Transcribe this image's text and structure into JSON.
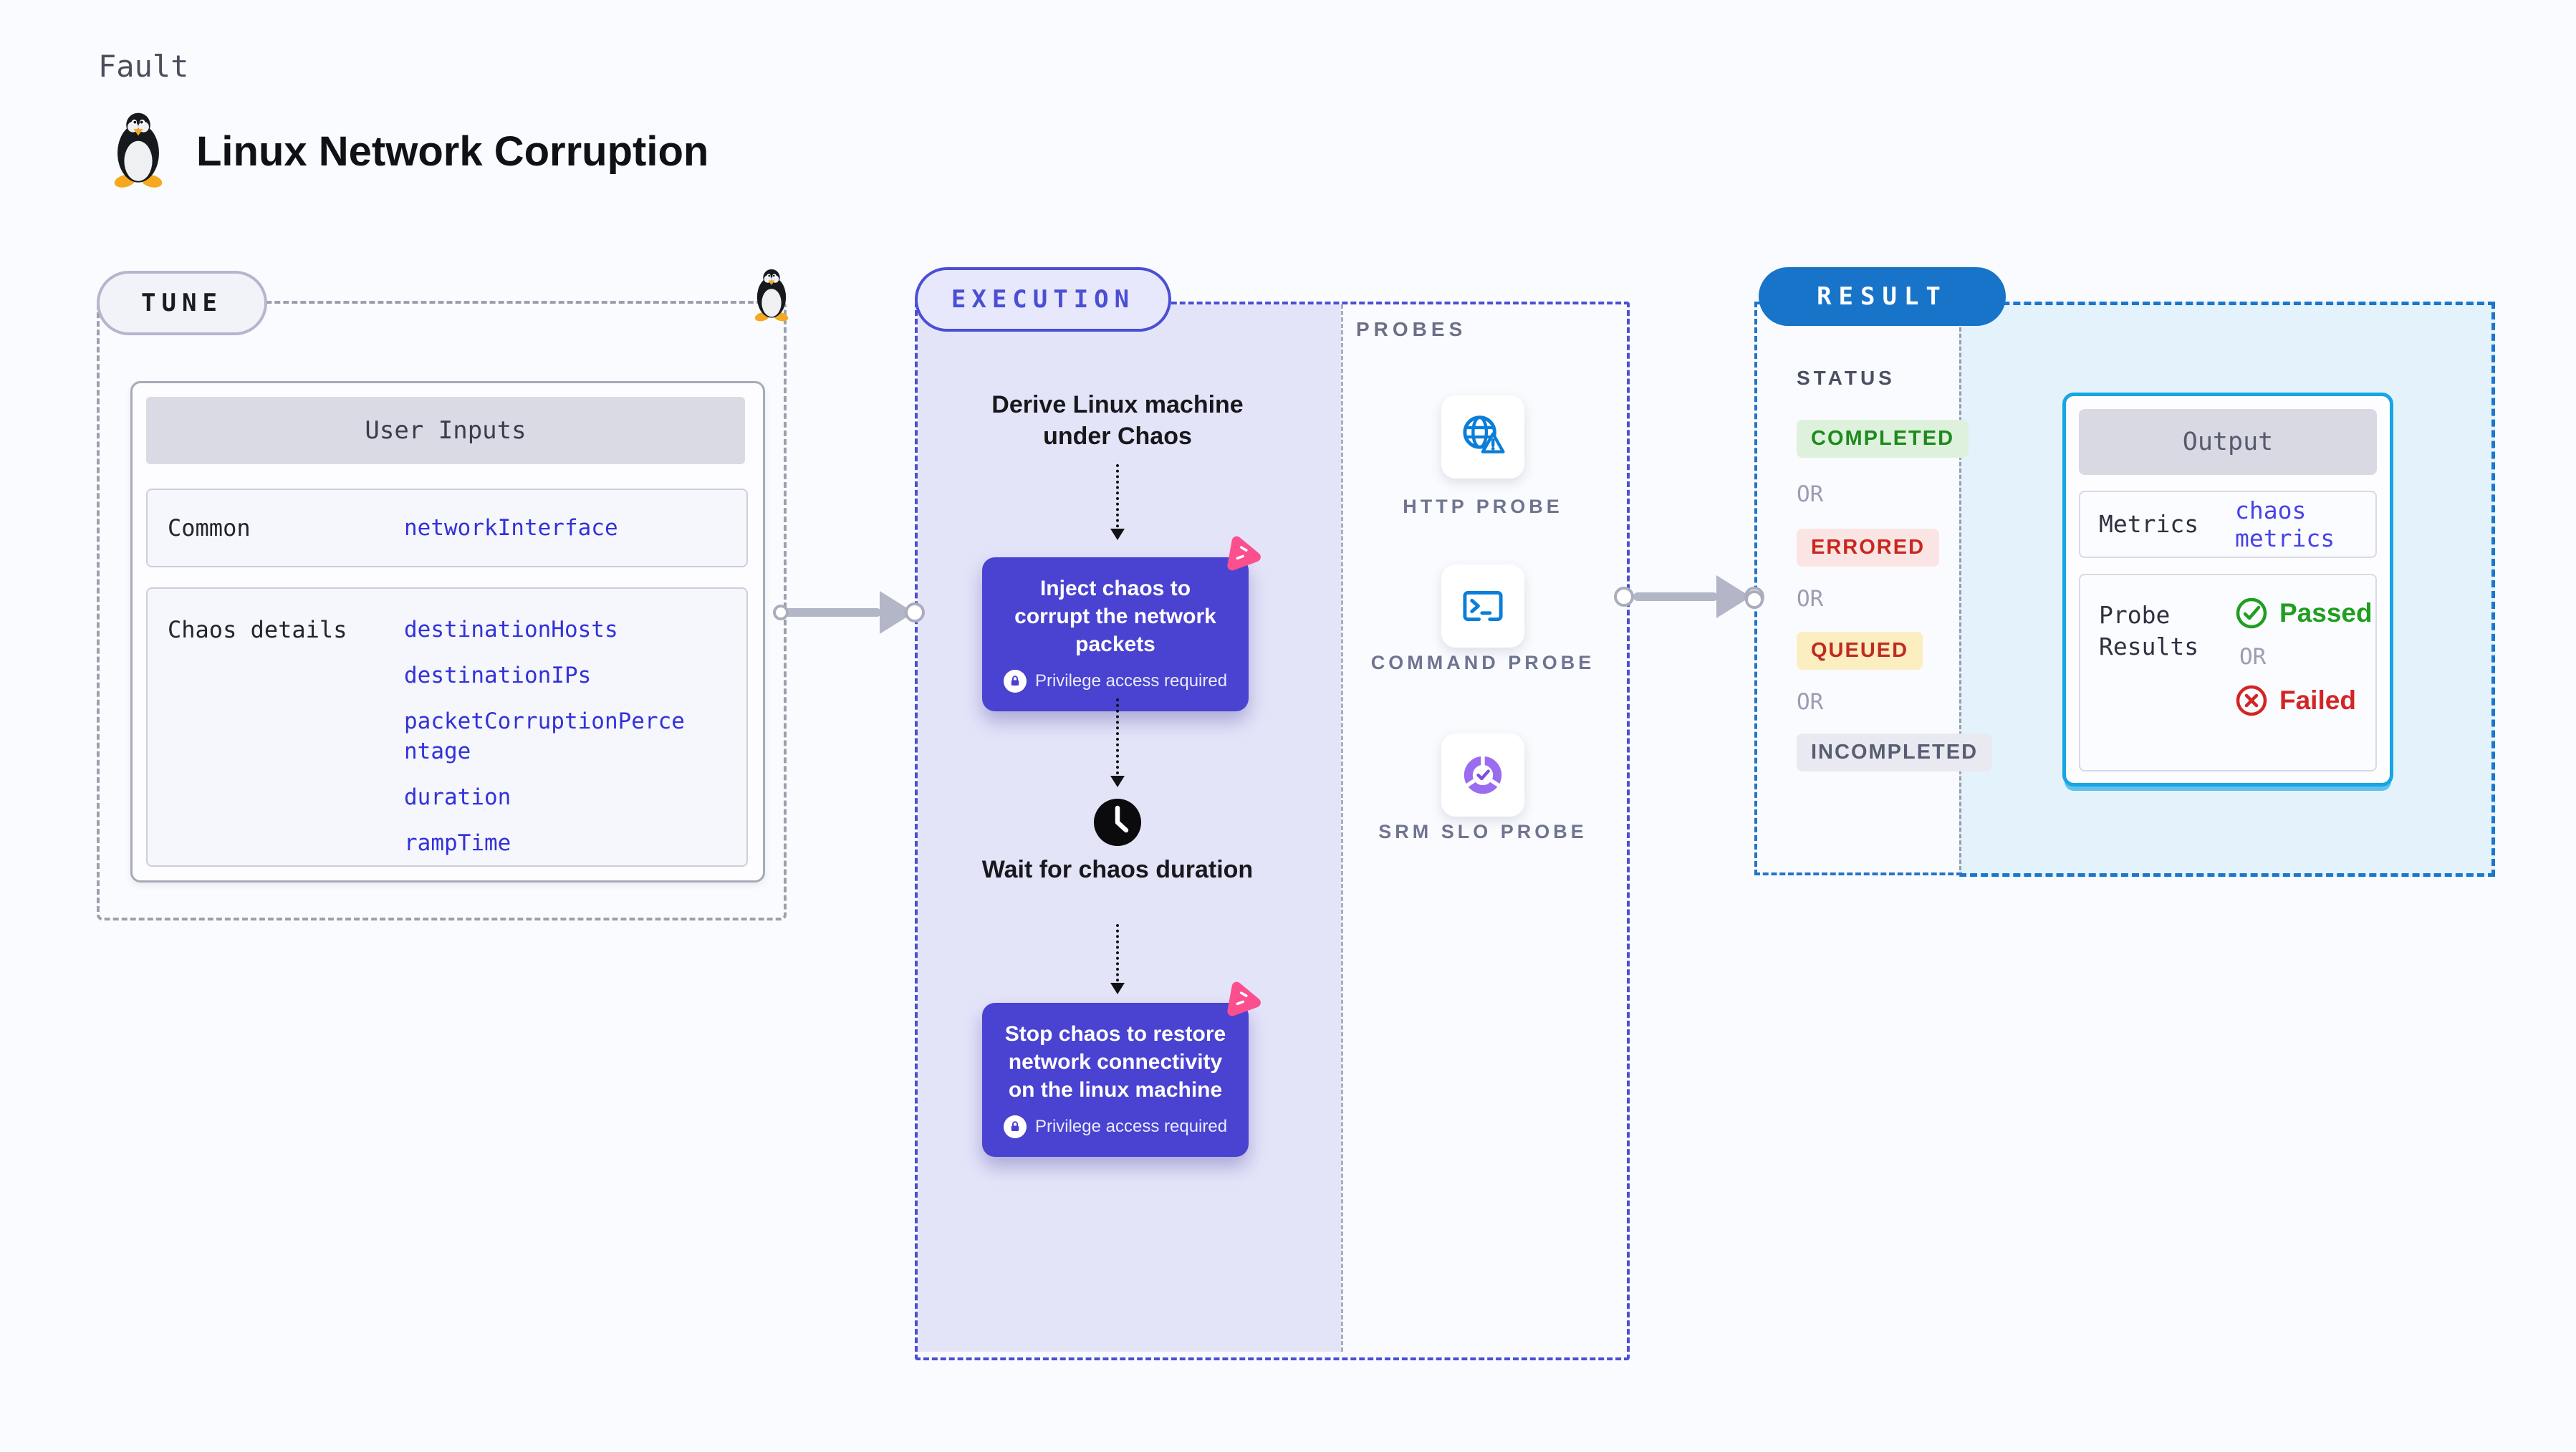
{
  "page": {
    "kicker": "Fault",
    "title": "Linux Network Corruption"
  },
  "tune": {
    "badge": "TUNE",
    "user_inputs": {
      "header": "User Inputs",
      "common_label": "Common",
      "common_value": "networkInterface",
      "chaos_label": "Chaos details",
      "chaos_values": [
        "destinationHosts",
        "destinationIPs",
        "packetCorruptionPercentage",
        "duration",
        "rampTime"
      ]
    }
  },
  "execution": {
    "badge": "EXECUTION",
    "derive_step": "Derive Linux machine under Chaos",
    "inject_step": "Inject chaos to corrupt the network packets",
    "wait_step": "Wait for chaos duration",
    "stop_step": "Stop chaos to restore network connectivity on the linux machine",
    "privilege_note": "Privilege access required"
  },
  "probes": {
    "label": "PROBES",
    "items": [
      {
        "name": "HTTP PROBE",
        "icon": "globe-alert-icon"
      },
      {
        "name": "COMMAND PROBE",
        "icon": "terminal-icon"
      },
      {
        "name": "SRM SLO PROBE",
        "icon": "slo-donut-check-icon"
      }
    ]
  },
  "result": {
    "badge": "RESULT",
    "status_label": "STATUS",
    "or_label": "OR",
    "statuses": [
      {
        "label": "COMPLETED",
        "text_color": "#1d8a1d",
        "bg_color": "#def1dc"
      },
      {
        "label": "ERRORED",
        "text_color": "#c9281e",
        "bg_color": "#fbe5e4"
      },
      {
        "label": "QUEUED",
        "text_color": "#c22a20",
        "bg_color": "#fbeec0"
      },
      {
        "label": "INCOMPLETED",
        "text_color": "#585d73",
        "bg_color": "#e9eaf1"
      }
    ],
    "output": {
      "header": "Output",
      "metrics_label": "Metrics",
      "metrics_value": "chaos metrics",
      "probe_results_label": "Probe Results",
      "passed_label": "Passed",
      "failed_label": "Failed"
    }
  },
  "colors": {
    "accent_indigo": "#4a4fd3",
    "step_box_indigo": "#4a42d0",
    "accent_blue": "#1774c9",
    "accent_cyan": "#18a6e3",
    "accent_pink": "#fb4f8e",
    "value_blue": "#3232d8",
    "passed_green": "#1f9e1f",
    "failed_red": "#d32525",
    "lavender_panel": "#e4e4f9",
    "light_blue_panel": "#e4f3fb"
  }
}
